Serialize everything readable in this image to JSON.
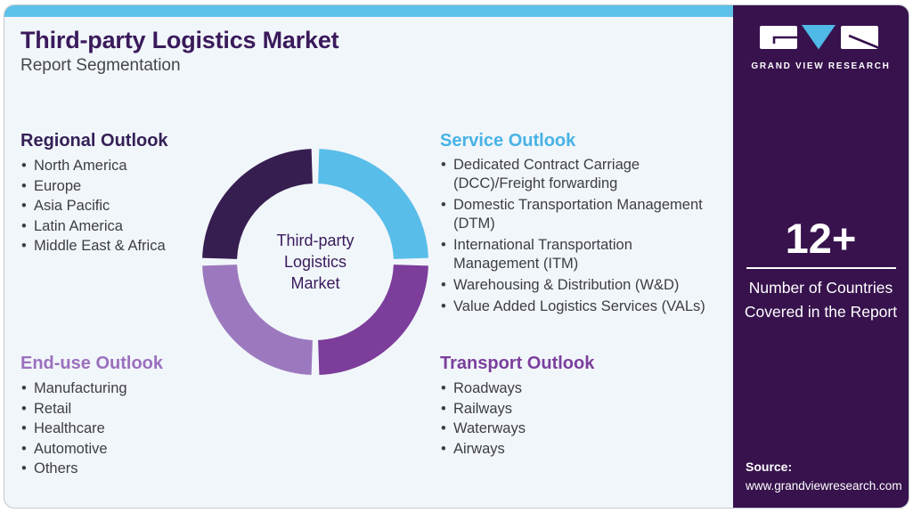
{
  "page": {
    "title": "Third-party Logistics Market",
    "subtitle": "Report Segmentation"
  },
  "sections": {
    "regional": {
      "heading": "Regional Outlook",
      "items": [
        "North America",
        "Europe",
        "Asia Pacific",
        "Latin America",
        "Middle East & Africa"
      ]
    },
    "service": {
      "heading": "Service Outlook",
      "items": [
        "Dedicated Contract Carriage (DCC)/Freight forwarding",
        "Domestic Transportation Management (DTM)",
        "International Transportation Management (ITM)",
        "Warehousing & Distribution (W&D)",
        "Value Added Logistics Services (VALs)"
      ]
    },
    "enduse": {
      "heading": "End-use Outlook",
      "items": [
        "Manufacturing",
        "Retail",
        "Healthcare",
        "Automotive",
        "Others"
      ]
    },
    "transport": {
      "heading": "Transport Outlook",
      "items": [
        "Roadways",
        "Railways",
        "Waterways",
        "Airways"
      ]
    }
  },
  "chart_data": {
    "type": "pie",
    "subtype": "donut",
    "center_label": "Third-party\nLogistics\nMarket",
    "legend_position": "none",
    "segments": [
      {
        "name": "Regional Outlook (top-left)",
        "value": 25,
        "color": "#371E50"
      },
      {
        "name": "Service Outlook (top-right)",
        "value": 25,
        "color": "#58BDE9"
      },
      {
        "name": "Transport Outlook (bottom-right)",
        "value": 25,
        "color": "#7C3D9B"
      },
      {
        "name": "End-use Outlook (bottom-left)",
        "value": 25,
        "color": "#9C79BE"
      }
    ]
  },
  "sidebar": {
    "logo_name": "grand-view-research-logo",
    "logo_text": "GRAND VIEW RESEARCH",
    "stat_value": "12+",
    "stat_caption": "Number of Countries\nCovered in the Report",
    "source_label": "Source:",
    "source_url": "www.grandviewresearch.com"
  },
  "colors": {
    "card_background": "#F1F6FA",
    "top_accent_bar": "#5EC1EA",
    "sidebar_background": "#37124D",
    "title_text": "#3A1A5B",
    "subtitle_text": "#46454D",
    "body_text": "#3E3D46",
    "heading_regional": "#342057",
    "heading_service": "#47B3E5",
    "heading_enduse": "#9B70BE",
    "heading_transport": "#7B3F9D",
    "logo_triangle_blue": "#4FB9E7"
  }
}
